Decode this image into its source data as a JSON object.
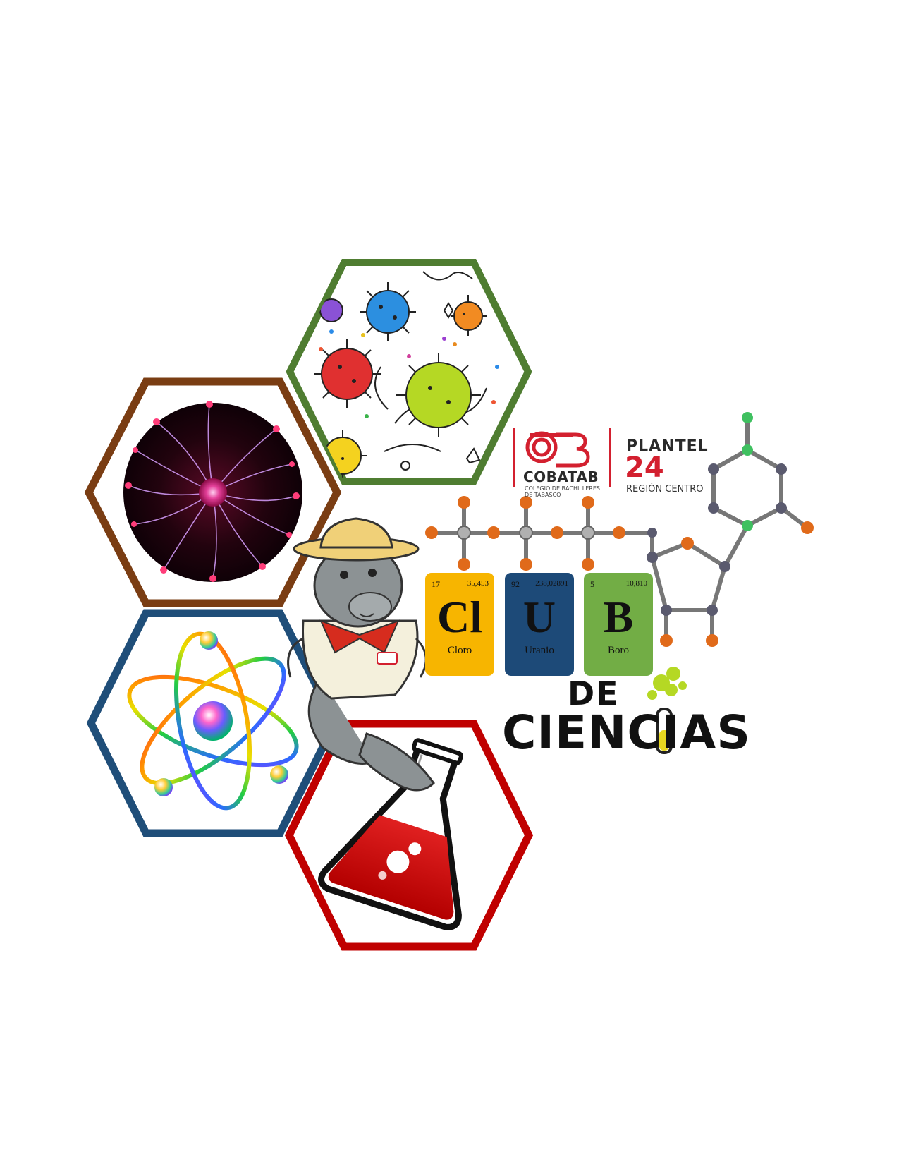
{
  "logo": {
    "name": "COBATAB",
    "subtitle": "COLEGIO DE BACHILLERES DE TABASCO",
    "plantel_label": "PLANTEL",
    "plantel_number": "24",
    "region": "REGIÓN CENTRO"
  },
  "elements": [
    {
      "number": "17",
      "mass": "35,453",
      "symbol": "Cl",
      "name": "Cloro",
      "color": "#f7b500"
    },
    {
      "number": "92",
      "mass": "238,02891",
      "symbol": "U",
      "name": "Uranio",
      "color": "#1d4a78"
    },
    {
      "number": "5",
      "mass": "10,810",
      "symbol": "B",
      "name": "Boro",
      "color": "#72ad45"
    }
  ],
  "title": {
    "line1": "DE",
    "line2": "CIENCIAS"
  },
  "colors": {
    "hex_green": "#4f7d31",
    "hex_brown": "#7a3d13",
    "hex_blue": "#1f4e79",
    "hex_red": "#c00000",
    "brand_red": "#d3202f"
  },
  "icons": [
    "virus-icon",
    "plasma-ball-icon",
    "atom-icon",
    "flask-icon",
    "manatee-mascot",
    "molecule-icon",
    "test-tube-icon",
    "cobatab-logo"
  ]
}
